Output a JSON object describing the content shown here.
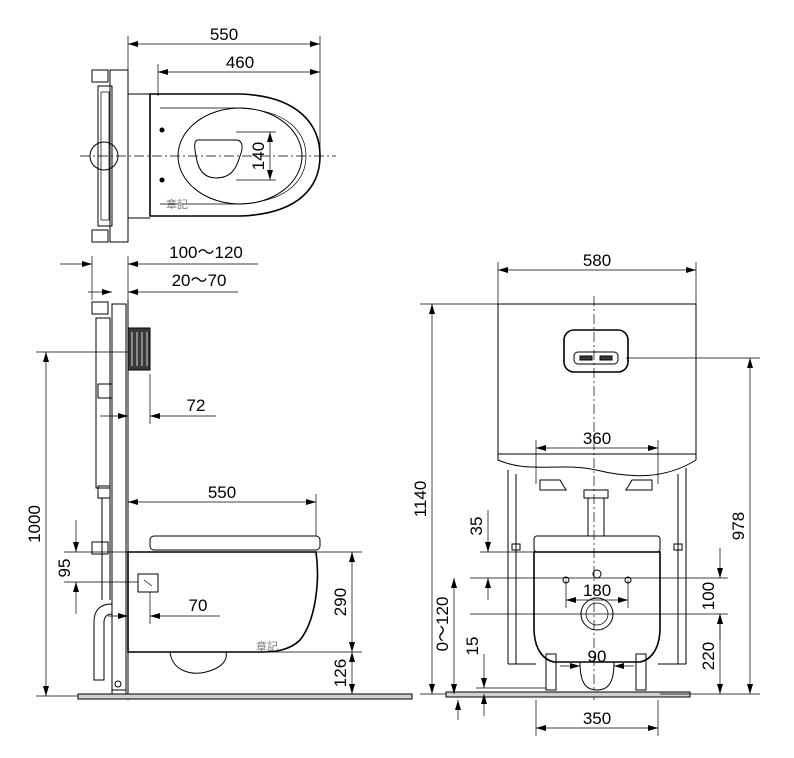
{
  "drawing": {
    "top_view": {
      "overall_depth": "550",
      "bowl_depth": "460",
      "seat_hole": "140",
      "watermark": "章記"
    },
    "side_view": {
      "frame_depth": "100～120",
      "wall_offset": "20～70",
      "flush_plate_offset": "72",
      "bowl_projection": "550",
      "frame_height": "1000",
      "fixing_offset": "95",
      "drain_offset": "70",
      "rim_height": "290",
      "outlet_height": "126",
      "watermark": "章記"
    },
    "front_view": {
      "frame_width": "580",
      "frame_height": "1140",
      "bracket_width": "360",
      "pipe_height": "978",
      "bolt_offset": "35",
      "bolt_spacing": "180",
      "floor_adjust": "0～120",
      "foot_height": "15",
      "outlet_offset": "100",
      "outlet_width": "90",
      "outlet_height": "220",
      "foot_spacing": "350"
    }
  }
}
